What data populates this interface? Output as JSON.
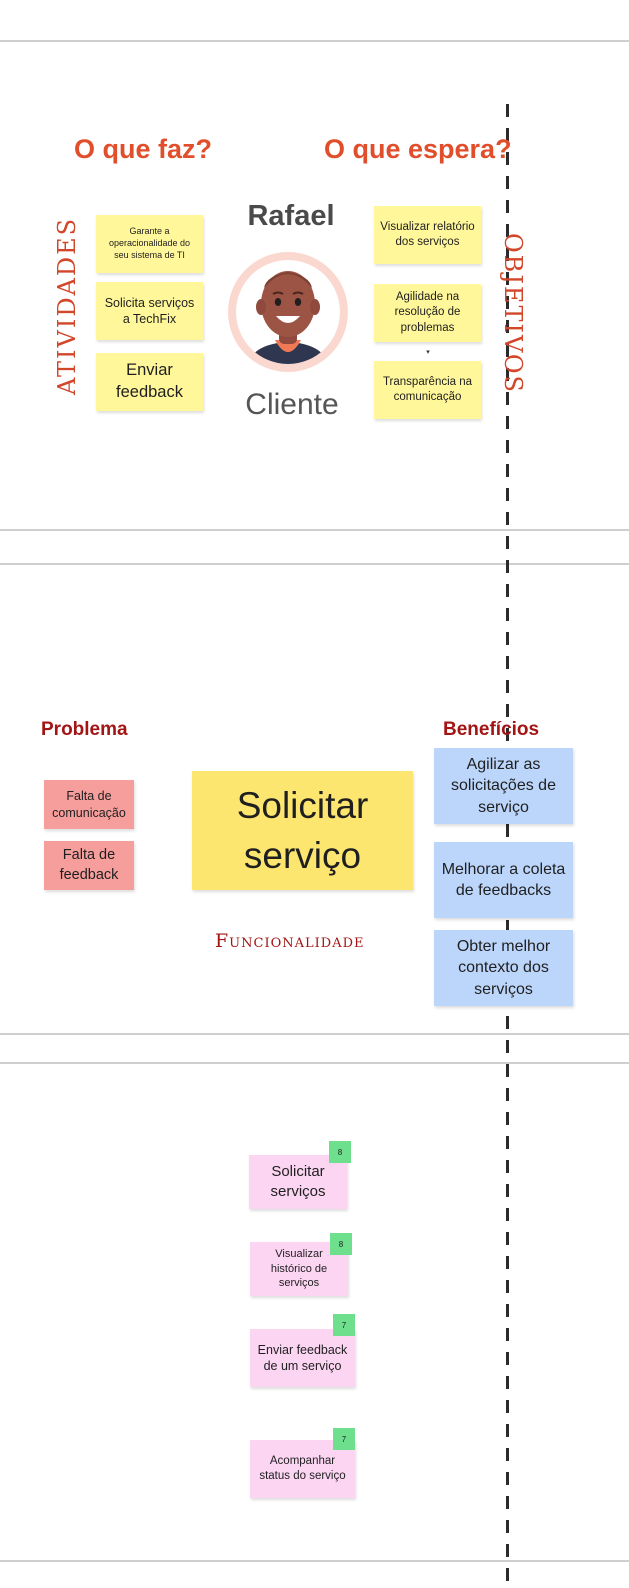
{
  "empathy_map": {
    "left_heading": "O que faz?",
    "right_heading": "O que espera?",
    "left_vertical_label": "ATIVIDADES",
    "right_vertical_label": "OBJETIVOS",
    "persona": {
      "name": "Rafael",
      "role": "Cliente"
    },
    "activities": [
      "Garante a operacionalidade do seu sistema de TI",
      "Solicita serviços a TechFix",
      "Enviar feedback"
    ],
    "goals": [
      "Visualizar relatório dos serviços",
      "Agilidade na resolução de problemas",
      "Transparência na comunicação"
    ]
  },
  "feature_map": {
    "problem_heading": "Problema",
    "benefits_heading": "Benefícios",
    "feature_label": "Funcionalidade",
    "feature": "Solicitar serviço",
    "problems": [
      "Falta de comunicação",
      "Falta de feedback"
    ],
    "benefits": [
      "Agilizar as solicitações de serviço",
      "Melhorar a coleta de feedbacks",
      "Obter melhor contexto dos serviços"
    ]
  },
  "user_stories": [
    {
      "text": "Solicitar serviços",
      "points": "8"
    },
    {
      "text": "Visualizar histórico de serviços",
      "points": "8"
    },
    {
      "text": "Enviar feedback de um serviço",
      "points": "7"
    },
    {
      "text": "Acompanhar status do serviço",
      "points": "7"
    }
  ],
  "colors": {
    "heading_orange": "#e04e2b",
    "heading_red": "#a31515",
    "sticky_yellow": "#fff79a",
    "sticky_feature": "#fde66f",
    "sticky_red": "#f69e9c",
    "sticky_blue": "#bcd6fb",
    "sticky_pink": "#fbd5f2",
    "badge_green": "#6ee08d"
  }
}
